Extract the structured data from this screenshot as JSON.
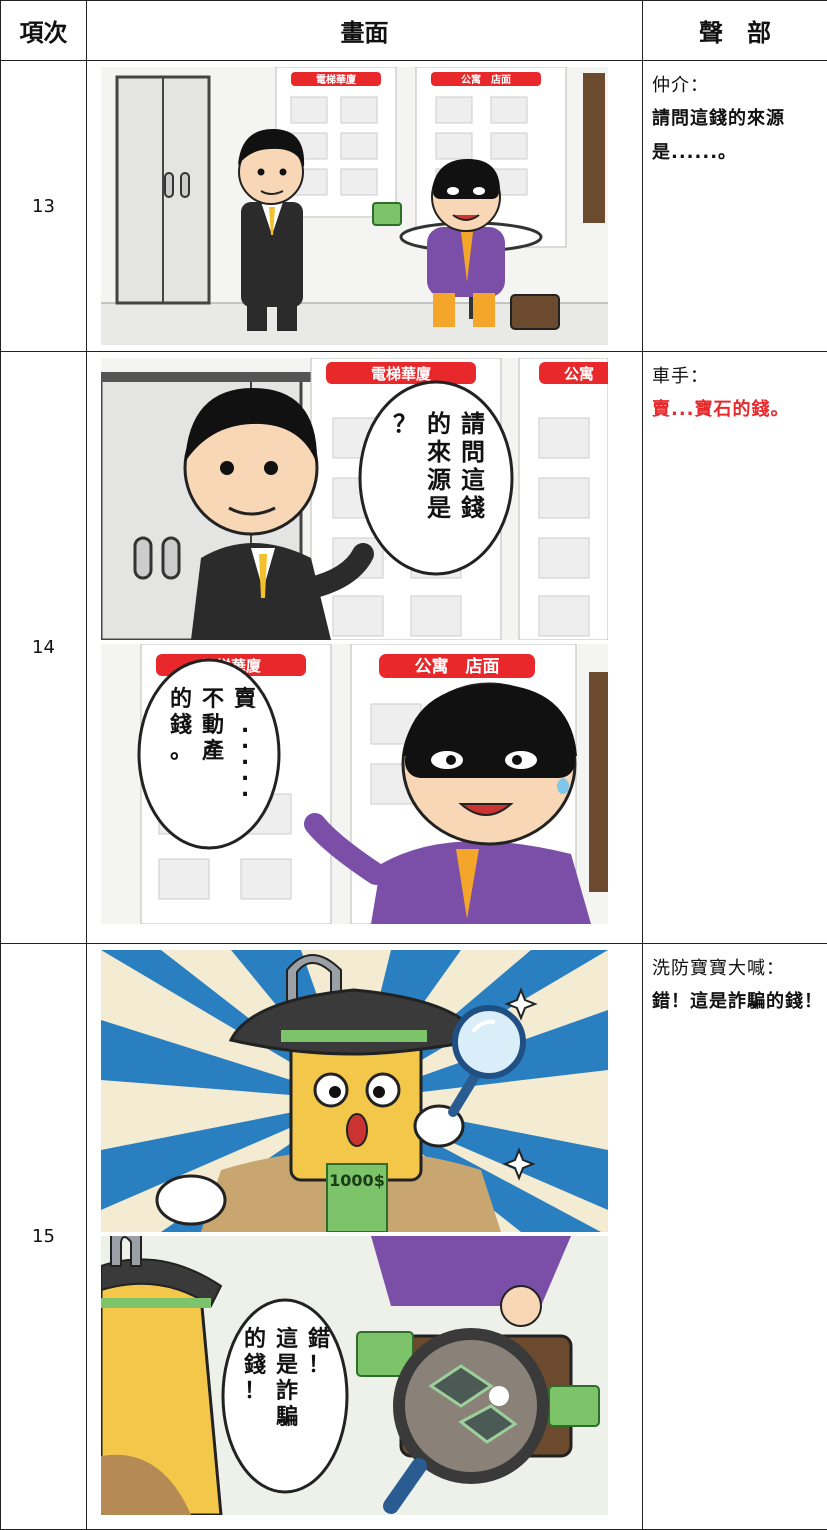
{
  "header": {
    "col_item": "項次",
    "col_picture": "畫面",
    "col_sound": "聲　部"
  },
  "rows": [
    {
      "item": "13",
      "panel": {
        "signs": [
          "電梯華廈",
          "公寓　店面"
        ]
      },
      "sound": {
        "speaker": "仲介：",
        "line": "請問這錢的來源是......。",
        "line_color": "#111111"
      }
    },
    {
      "item": "14",
      "panels": [
        {
          "signs": [
            "電梯華廈",
            "公寓"
          ],
          "bubble": [
            "請問這錢",
            "的來源是",
            "？"
          ]
        },
        {
          "signs": [
            "電梯華廈",
            "公寓　店面"
          ],
          "bubble": [
            "賣.....",
            "不動產",
            "的錢。"
          ]
        }
      ],
      "sound": {
        "speaker": "車手：",
        "line": "賣...寶石的錢。",
        "line_color": "#e8282b"
      }
    },
    {
      "item": "15",
      "panels": [
        {
          "sash_text": "1000$"
        },
        {
          "bubble": [
            "錯！",
            "這是詐騙",
            "的錢！"
          ]
        }
      ],
      "sound": {
        "speaker": "洗防寶寶大喊：",
        "line": "錯！這是詐騙的錢！",
        "line_color": "#111111"
      }
    }
  ],
  "colors": {
    "sign_red": "#e8282b",
    "suit_dark": "#2b2b2b",
    "suit_purple": "#7b4fa8",
    "ray_blue": "#2a7fc1",
    "ray_cream": "#f3ecd3",
    "money_green": "#7cc36a"
  },
  "icons": [
    "storyboard-table",
    "agent-character",
    "thief-character",
    "detective-character",
    "magnifier-icon",
    "money-bag-icon"
  ]
}
